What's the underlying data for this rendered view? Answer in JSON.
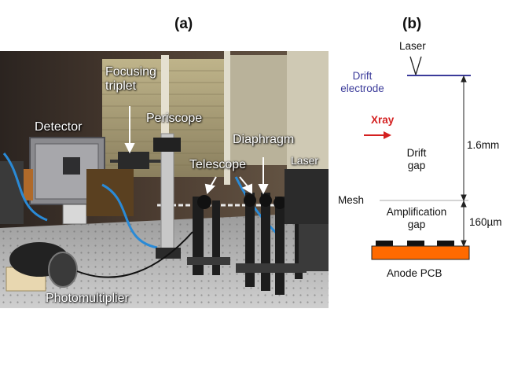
{
  "panels": {
    "a": "(a)",
    "b": "(b)"
  },
  "photo_labels": {
    "focusing_triplet": "Focusing\ntriplet",
    "periscope": "Periscope",
    "detector": "Detector",
    "diaphragm": "Diaphragm",
    "telescope": "Telescope",
    "laser": "Laser",
    "photomultiplier": "Photomultiplier"
  },
  "diagram": {
    "laser": "Laser",
    "drift_electrode": "Drift\nelectrode",
    "xray": "Xray",
    "drift_gap": "Drift\ngap",
    "drift_dimension": "1.6mm",
    "mesh": "Mesh",
    "amplification_gap": "Amplification\ngap",
    "amplification_dimension": "160µm",
    "anode": "Anode PCB"
  },
  "colors": {
    "drift_electrode": "#3b3b9a",
    "xray": "#d42020",
    "anode": "#ff6a00",
    "mesh": "#bbbbbb",
    "strips": "#111111"
  }
}
